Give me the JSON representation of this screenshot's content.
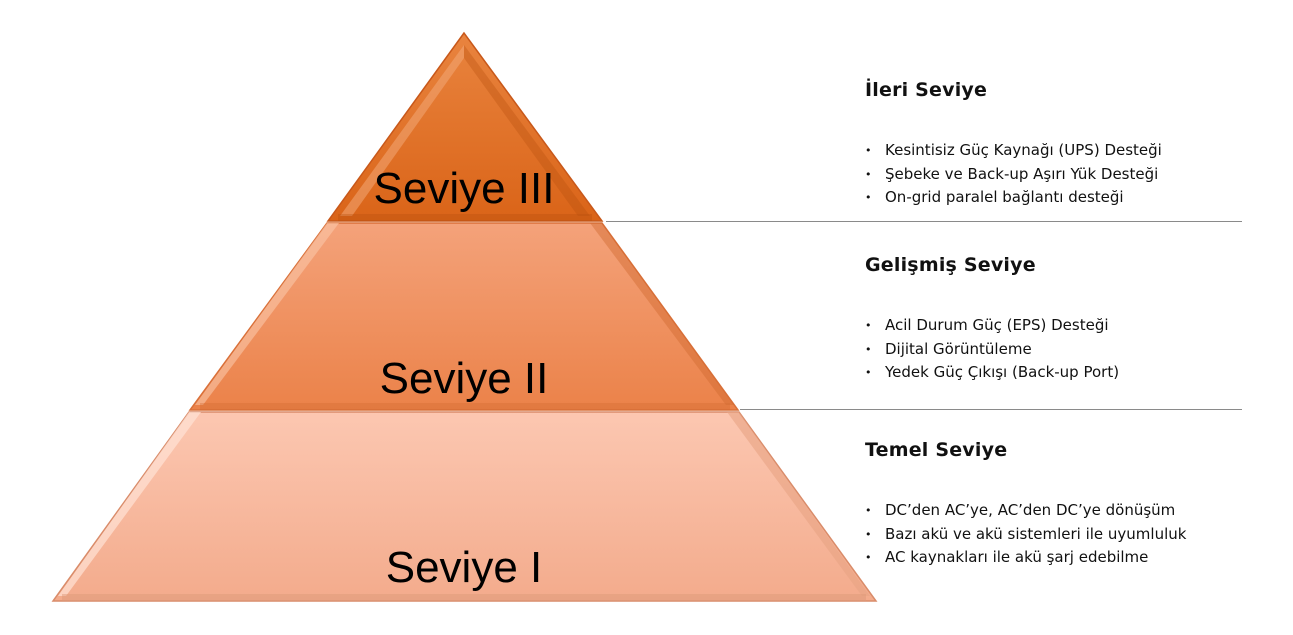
{
  "pyramid": {
    "tiers": [
      {
        "label": "Seviye III",
        "color": "#E3691F"
      },
      {
        "label": "Seviye II",
        "color": "#F08A55"
      },
      {
        "label": "Seviye I",
        "color": "#F9B497"
      }
    ]
  },
  "levels": [
    {
      "title": "İleri Seviye",
      "items": [
        "Kesintisiz Güç Kaynağı (UPS) Desteği",
        "Şebeke ve Back-up Aşırı Yük Desteği",
        "On-grid paralel bağlantı desteği"
      ]
    },
    {
      "title": "Gelişmiş Seviye",
      "items": [
        "Acil Durum Güç (EPS) Desteği",
        "Dijital Görüntüleme",
        "Yedek Güç Çıkışı (Back-up Port)"
      ]
    },
    {
      "title": "Temel Seviye",
      "items": [
        "DC’den AC’ye, AC’den DC’ye dönüşüm",
        "Bazı akü ve akü sistemleri ile uyumluluk",
        "AC kaynakları ile akü şarj edebilme"
      ]
    }
  ],
  "bullet_glyph": "•"
}
